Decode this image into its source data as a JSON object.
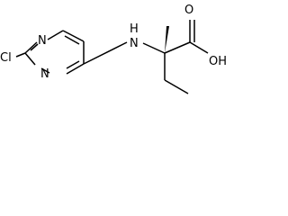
{
  "molecule": {
    "atoms": {
      "cl": "Cl",
      "n_ring_top": "N",
      "n_ring_bottom": "N",
      "nh_n": "N",
      "nh_h": "H",
      "o_carbonyl": "O",
      "oh": "OH"
    }
  }
}
